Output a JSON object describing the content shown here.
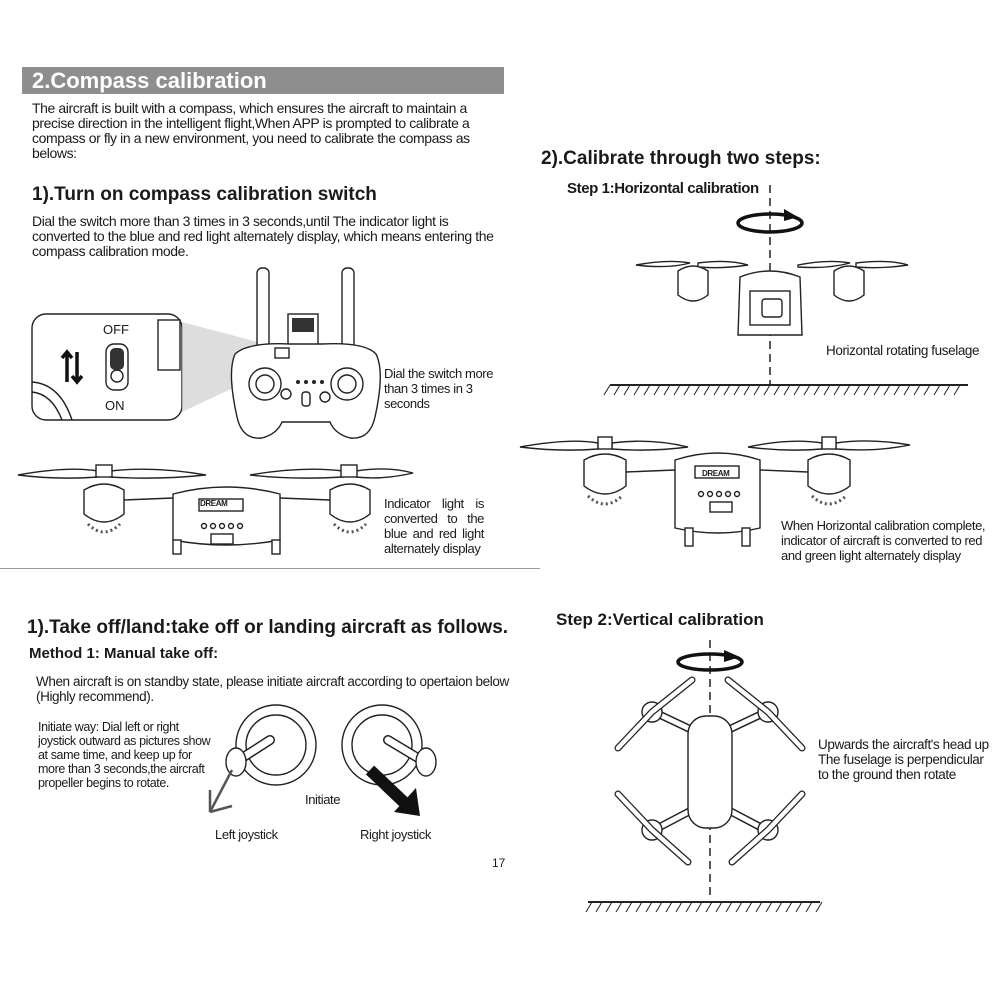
{
  "left": {
    "section_title": "2.Compass calibration",
    "intro": "The aircraft is built with a compass, which ensures the aircraft to maintain a precise direction in the intelligent flight,When APP is prompted to calibrate a compass or fly in a new environment, you need to calibrate the compass as belows:",
    "step1_heading": "1).Turn on compass calibration switch",
    "step1_text": "Dial the switch more than 3 times in 3 seconds,until The indicator light is converted to the blue and red light alternately display, which means entering the compass calibration mode.",
    "switch_off": "OFF",
    "switch_on": "ON",
    "dial_caption": "Dial the switch more than 3 times in 3 seconds",
    "indicator_caption": "Indicator light is converted to the blue and red light alternately display",
    "drone_label": "DREAM",
    "takeoff_heading": "1).Take off/land:take off or landing aircraft as follows.",
    "method_heading": "Method 1: Manual take off:",
    "standby_text": "When aircraft is on standby state, please initiate aircraft according to opertaion below (Highly recommend).",
    "initiate_text": "Initiate way: Dial left or right joystick outward as pictures show at same time, and keep up for more than 3 seconds,the aircraft propeller begins to rotate.",
    "initiate_label": "Initiate",
    "left_joystick": "Left joystick",
    "right_joystick": "Right joystick",
    "page_number": "17"
  },
  "right": {
    "calibrate_heading": "2).Calibrate through two steps:",
    "step1_label": "Step 1:Horizontal calibration",
    "horizontal_caption": "Horizontal rotating fuselage",
    "complete_caption": "When Horizontal calibration complete, indicator of aircraft is converted to red and green light alternately display",
    "drone_label": "DREAM",
    "step2_label": "Step 2:Vertical calibration",
    "vertical_caption": "Upwards the aircraft's head up The fuselage is perpendicular to the ground then rotate"
  },
  "icons": [
    "propeller-icon",
    "rotate-arrow-icon",
    "joystick-icon",
    "push-arrow-icon",
    "switch-icon"
  ]
}
